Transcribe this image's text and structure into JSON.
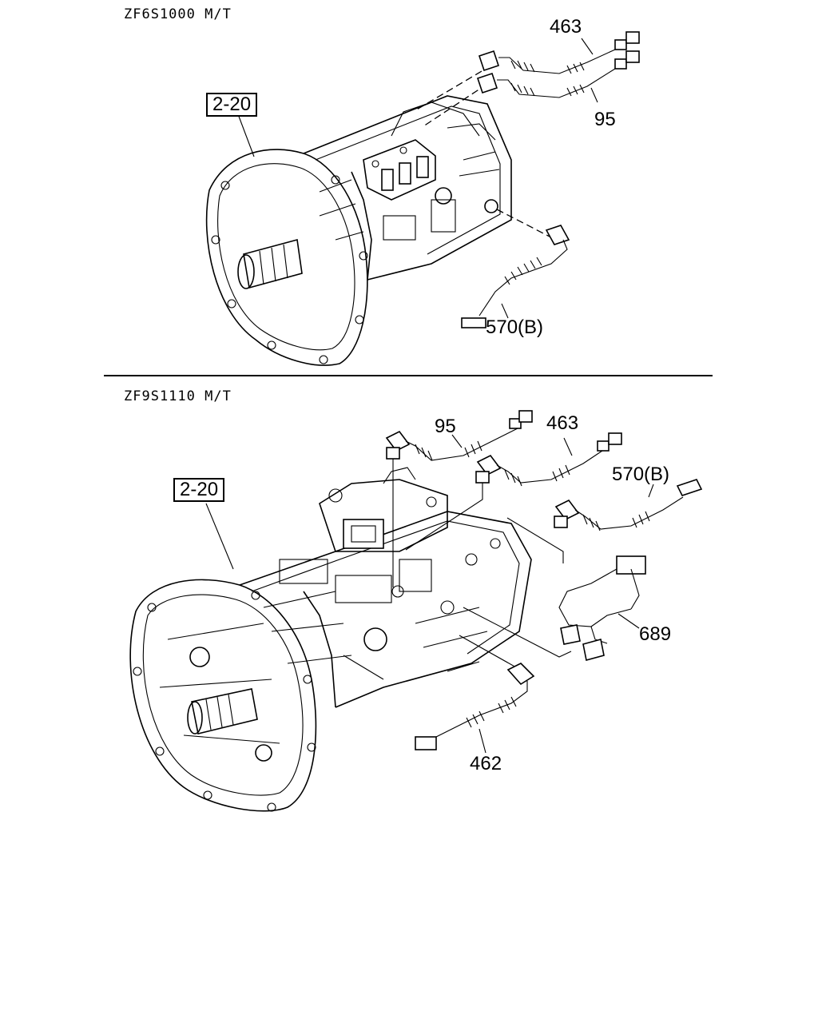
{
  "sections": [
    {
      "title": "ZF6S1000 M/T",
      "assembly_ref": "2-20",
      "callouts": {
        "a": "463",
        "b": "95",
        "c": "570(B)"
      }
    },
    {
      "title": "ZF9S1110 M/T",
      "assembly_ref": "2-20",
      "callouts": {
        "a": "95",
        "b": "463",
        "c": "570(B)",
        "d": "689",
        "e": "462"
      }
    }
  ]
}
